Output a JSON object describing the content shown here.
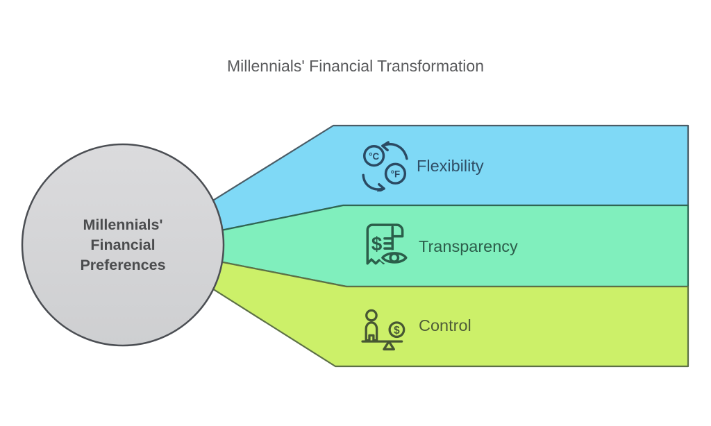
{
  "title": "Millennials' Financial Transformation",
  "center_node": {
    "label": "Millennials'\nFinancial\nPreferences",
    "fill": "#d5d5d7",
    "stroke": "#4b4e53",
    "text_color": "#4b4c4e"
  },
  "items": [
    {
      "label": "Flexibility",
      "icon": "temperature-conversion-icon",
      "icon_glyphs": {
        "top_circle": "°C",
        "bottom_circle": "°F"
      },
      "fill": "#7fd9f6",
      "stroke": "#4a5c66",
      "label_color": "#2f4e66",
      "icon_color": "#2b4a63"
    },
    {
      "label": "Transparency",
      "icon": "receipt-eye-icon",
      "icon_glyphs": {
        "currency": "$"
      },
      "fill": "#80efbd",
      "stroke": "#2f6653",
      "label_color": "#2c5e4b",
      "icon_color": "#2b5e4a"
    },
    {
      "label": "Control",
      "icon": "person-money-balance-icon",
      "icon_glyphs": {
        "currency": "$"
      },
      "fill": "#ccf069",
      "stroke": "#5c7046",
      "label_color": "#4e5c38",
      "icon_color": "#475733"
    }
  ]
}
